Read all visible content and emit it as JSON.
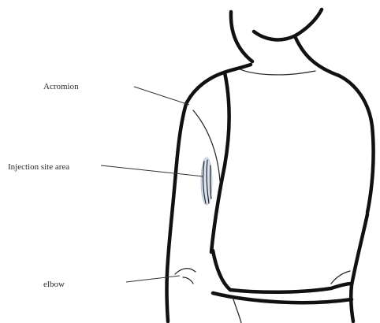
{
  "labels": {
    "acromion": "Acromion",
    "injection_site": "Injection site area",
    "elbow": "elbow"
  },
  "colors": {
    "outline": "#111111",
    "injection_site_fill": "#d9e2ef",
    "background": "#ffffff"
  }
}
